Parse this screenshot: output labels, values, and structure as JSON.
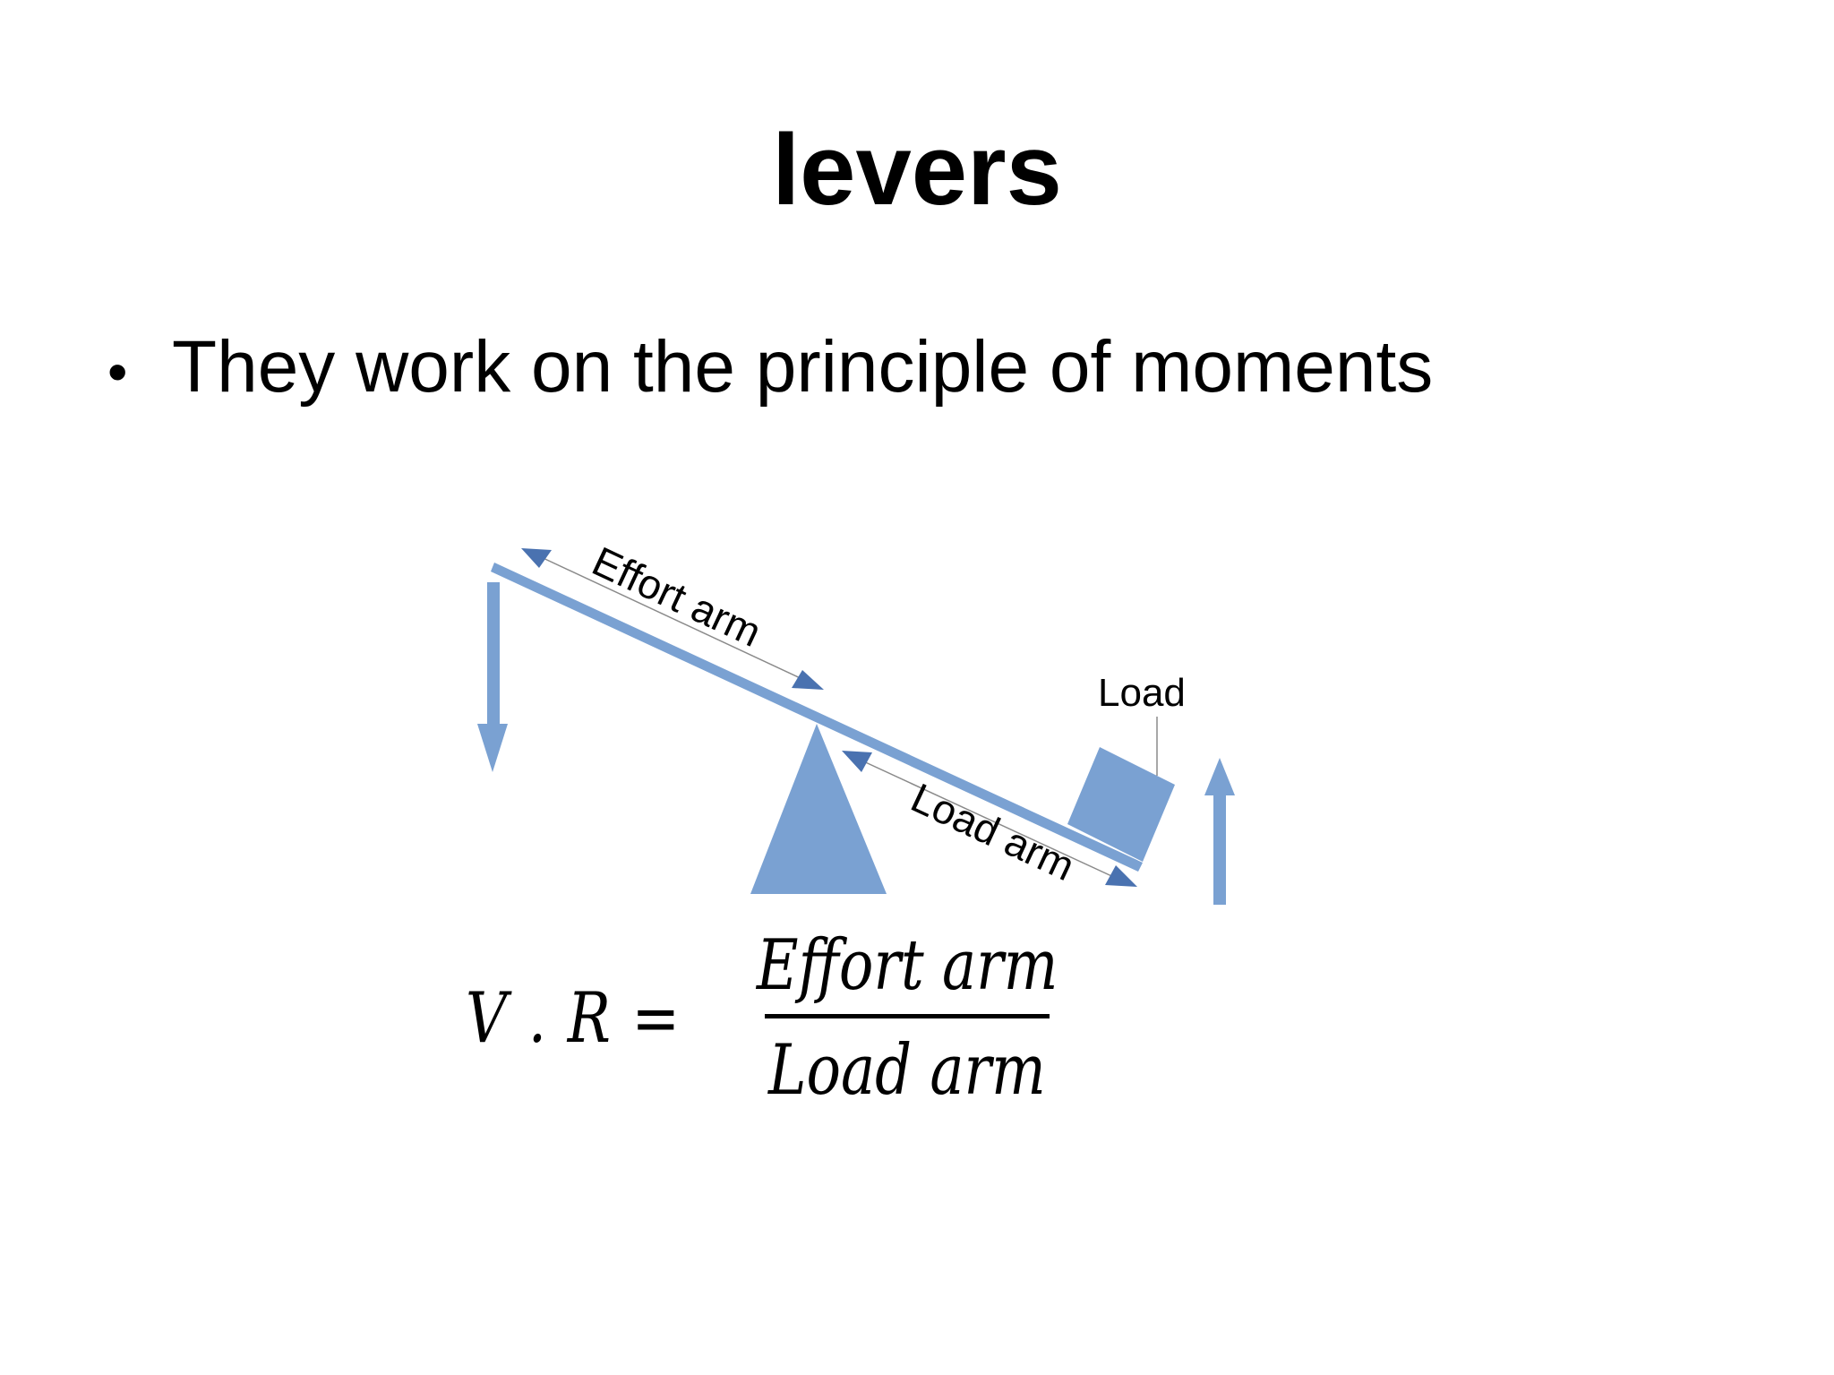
{
  "slide": {
    "title": "levers",
    "bullets": [
      "They work on the principle of moments"
    ]
  },
  "diagram": {
    "labels": {
      "effort_arm": "Effort arm",
      "load_arm": "Load arm",
      "load": "Load"
    },
    "colors": {
      "shape_fill": "#7aa1d2",
      "arrowhead_fill": "#4a72b0",
      "line": "#8a8a8a"
    }
  },
  "formula": {
    "lhs": "V . R =",
    "numerator": "Effort arm",
    "denominator": "Load arm"
  }
}
